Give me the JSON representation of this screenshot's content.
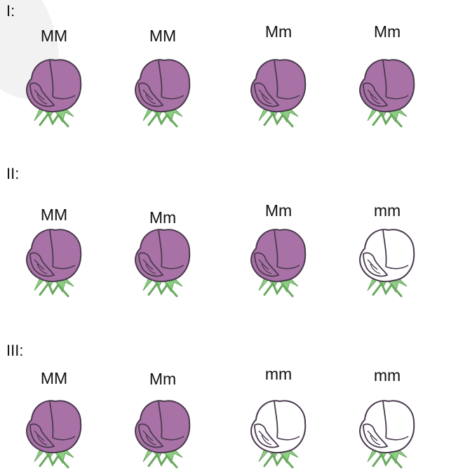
{
  "rows": [
    {
      "label": "I:",
      "plants": [
        {
          "genotype": "MM",
          "phenotype": "purple"
        },
        {
          "genotype": "MM",
          "phenotype": "purple"
        },
        {
          "genotype": "Mm",
          "phenotype": "purple"
        },
        {
          "genotype": "Mm",
          "phenotype": "purple"
        }
      ]
    },
    {
      "label": "II:",
      "plants": [
        {
          "genotype": "MM",
          "phenotype": "purple"
        },
        {
          "genotype": "Mm",
          "phenotype": "purple"
        },
        {
          "genotype": "Mm",
          "phenotype": "purple"
        },
        {
          "genotype": "mm",
          "phenotype": "white"
        }
      ]
    },
    {
      "label": "III:",
      "plants": [
        {
          "genotype": "MM",
          "phenotype": "purple"
        },
        {
          "genotype": "Mm",
          "phenotype": "purple"
        },
        {
          "genotype": "mm",
          "phenotype": "white"
        },
        {
          "genotype": "mm",
          "phenotype": "white"
        }
      ]
    }
  ],
  "colors": {
    "purple_petal": "#a872a6",
    "white_petal": "#ffffff",
    "outline": "#4a3a4e",
    "sepal": "#8ccf82"
  }
}
